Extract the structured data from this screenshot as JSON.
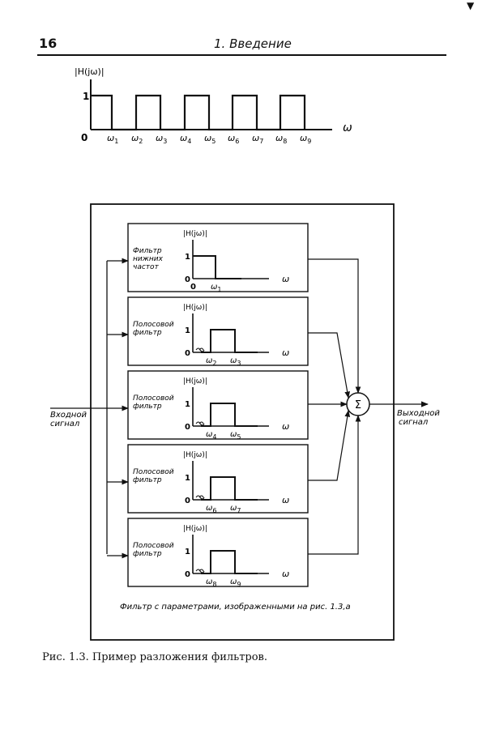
{
  "header": {
    "page_number": "16",
    "running_head": "1. Введение",
    "corner_mark": "▼"
  },
  "figure_a": {
    "ylabel": "|H(jω)|",
    "y_one": "1",
    "origin": "0",
    "xlabel": "ω",
    "ticks": [
      "ω1",
      "ω2",
      "ω3",
      "ω4",
      "ω5",
      "ω6",
      "ω7",
      "ω8",
      "ω9"
    ]
  },
  "figure_b": {
    "input_label": [
      "Входной",
      "сигнал"
    ],
    "output_label": [
      "Выходной",
      "сигнал"
    ],
    "sum_symbol": "Σ",
    "footnote": "Фильтр с параметрами, изображенными на рис. 1.3,а",
    "filters": [
      {
        "name": [
          "Фильтр",
          "нижних",
          "частот"
        ],
        "ylabel": "|H(jω)|",
        "one": "1",
        "zero": "0",
        "origin_x": "0",
        "w_lo": "ω1",
        "w_hi": "",
        "xlabel": "ω",
        "lowpass": true
      },
      {
        "name": [
          "Полосовой",
          "фильтр"
        ],
        "ylabel": "|H(jω)|",
        "one": "1",
        "zero": "0",
        "origin_x": "",
        "w_lo": "ω2",
        "w_hi": "ω3",
        "xlabel": "ω",
        "lowpass": false
      },
      {
        "name": [
          "Полосовой",
          "фильтр"
        ],
        "ylabel": "|H(jω)|",
        "one": "1",
        "zero": "0",
        "origin_x": "",
        "w_lo": "ω4",
        "w_hi": "ω5",
        "xlabel": "ω",
        "lowpass": false
      },
      {
        "name": [
          "Полосовой",
          "фильтр"
        ],
        "ylabel": "|H(jω)|",
        "one": "1",
        "zero": "0",
        "origin_x": "",
        "w_lo": "ω6",
        "w_hi": "ω7",
        "xlabel": "ω",
        "lowpass": false
      },
      {
        "name": [
          "Полосовой",
          "фильтр"
        ],
        "ylabel": "|H(jω)|",
        "one": "1",
        "zero": "0",
        "origin_x": "",
        "w_lo": "ω8",
        "w_hi": "ω9",
        "xlabel": "ω",
        "lowpass": false
      }
    ]
  },
  "caption": "Рис. 1.3. Пример разложения фильтров."
}
